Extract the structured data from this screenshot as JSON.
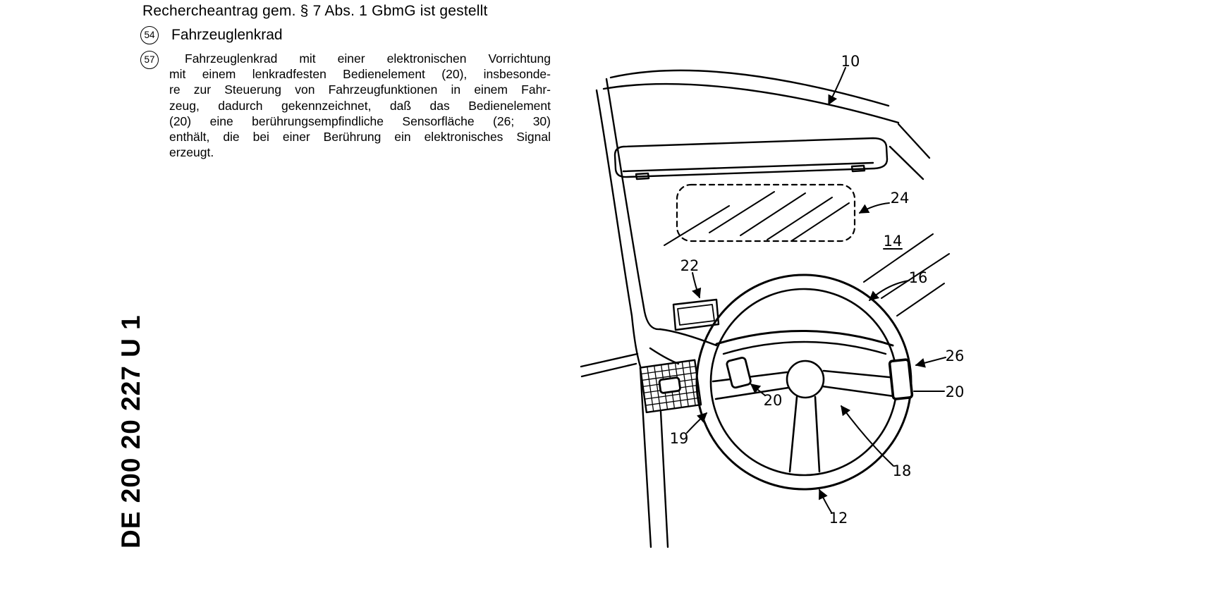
{
  "colors": {
    "ink": "#000000",
    "background": "#ffffff"
  },
  "header": {
    "search_note": "Rechercheantrag gem. § 7 Abs. 1 GbmG ist gestellt"
  },
  "side": {
    "publication_number": "DE 200 20 227 U 1"
  },
  "fields": {
    "title": {
      "code": "54",
      "text": "Fahrzeuglenkrad"
    },
    "abstract": {
      "code": "57",
      "lines": [
        "Fahrzeuglenkrad mit einer elektronischen Vorrichtung",
        "mit einem lenkradfesten Bedienelement (20), insbesonde-",
        "re zur Steuerung von Fahrzeugfunktionen in einem Fahr-",
        "zeug, dadurch gekennzeichnet, daß das Bedienelement",
        "(20) eine berührungsempfindliche Sensorfläche (26; 30)",
        "enthält, die bei einer Berührung ein elektronisches Signal",
        "erzeugt."
      ]
    }
  },
  "figure": {
    "labels": {
      "n10": "10",
      "n24": "24",
      "n14": "14",
      "n16": "16",
      "n22": "22",
      "n26": "26",
      "n20_right": "20",
      "n20_left": "20",
      "n19": "19",
      "n18": "18",
      "n12": "12"
    }
  }
}
